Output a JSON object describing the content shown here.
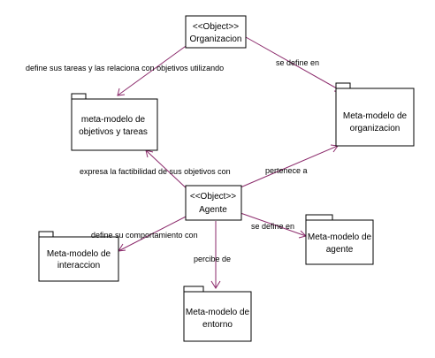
{
  "colors": {
    "edge": "#8b2a6b",
    "box_stroke": "#000000",
    "text": "#000000"
  },
  "nodes": {
    "organizacion": {
      "stereotype": "<<Object>>",
      "name": "Organizacion"
    },
    "agente": {
      "stereotype": "<<Object>>",
      "name": "Agente"
    },
    "mm_objetivos": {
      "line1": "meta-modelo de",
      "line2": "objetivos y tareas"
    },
    "mm_organizacion": {
      "line1": "Meta-modelo de",
      "line2": "organizacion"
    },
    "mm_interaccion": {
      "line1": "Meta-modelo de",
      "line2": "interaccion"
    },
    "mm_agente": {
      "line1": "Meta-modelo de",
      "line2": "agente"
    },
    "mm_entorno": {
      "line1": "Meta-modelo de",
      "line2": "entorno"
    }
  },
  "edges": {
    "org_objetivos": "define sus tareas y las relaciona con objetivos utilizando",
    "org_organizacion": "se define en",
    "agente_objetivos": "expresa la factibilidad de sus objetivos con",
    "agente_organizacion": "pertenece a",
    "agente_interaccion": "define su comportamiento con",
    "agente_agente": "se define en",
    "agente_entorno": "percibe de"
  }
}
